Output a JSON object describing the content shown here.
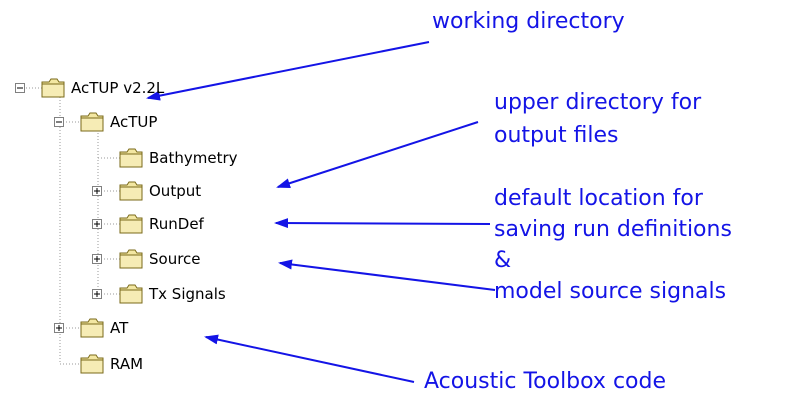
{
  "tree": {
    "root": {
      "label": "AcTUP v2.2L",
      "expander": "minus"
    },
    "actup": {
      "label": "AcTUP",
      "expander": "minus"
    },
    "bathymetry": {
      "label": "Bathymetry"
    },
    "output": {
      "label": "Output",
      "expander": "plus"
    },
    "rundef": {
      "label": "RunDef",
      "expander": "plus"
    },
    "source": {
      "label": "Source",
      "expander": "plus"
    },
    "txsignals": {
      "label": "Tx Signals",
      "expander": "plus"
    },
    "at": {
      "label": "AT",
      "expander": "plus"
    },
    "ram": {
      "label": "RAM"
    }
  },
  "annotations": {
    "working_directory": "working directory",
    "upper_dir_line1": "upper directory for",
    "upper_dir_line2": "output files",
    "default_loc_line1": "default location for",
    "default_loc_line2": "saving run definitions",
    "default_loc_line3": "&",
    "default_loc_line4": "model source signals",
    "acoustic_toolbox": "Acoustic Toolbox code"
  },
  "colors": {
    "annotation": "#1414e6",
    "folder_fill": "#f3e7a2",
    "folder_edge": "#7a6a1a",
    "tree_lines": "#9a9a9a"
  }
}
